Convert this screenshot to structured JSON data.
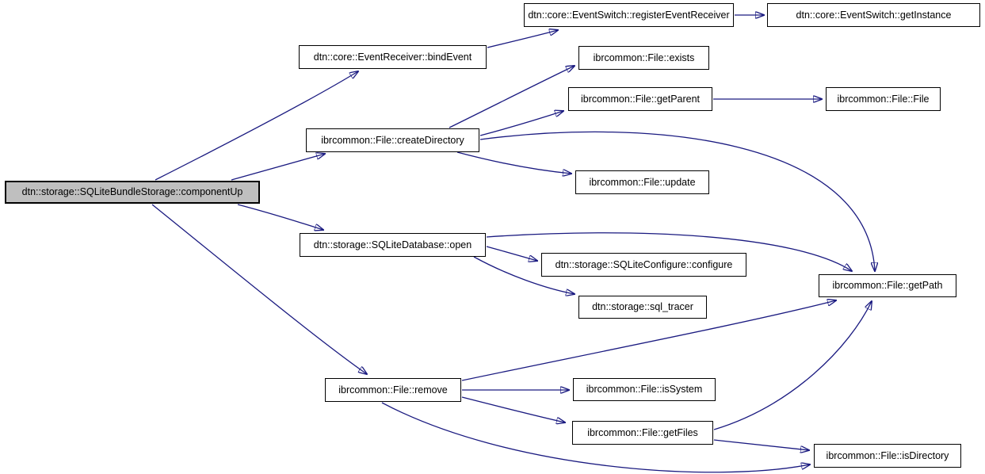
{
  "diagram": {
    "type": "doxygen-call-graph",
    "background_color": "#ffffff",
    "edge_color": "#1a1a80",
    "node_fill_color": "#ffffff",
    "node_border_color": "#000000",
    "highlight_fill_color": "#bfbfbf",
    "nodes": [
      {
        "id": "componentUp",
        "label": "dtn::storage::SQLiteBundleStorage::componentUp",
        "highlighted": true
      },
      {
        "id": "bindEvent",
        "label": "dtn::core::EventReceiver::bindEvent",
        "highlighted": false
      },
      {
        "id": "registerEventReceiver",
        "label": "dtn::core::EventSwitch::registerEventReceiver",
        "highlighted": false
      },
      {
        "id": "getInstance",
        "label": "dtn::core::EventSwitch::getInstance",
        "highlighted": false
      },
      {
        "id": "exists",
        "label": "ibrcommon::File::exists",
        "highlighted": false
      },
      {
        "id": "getParent",
        "label": "ibrcommon::File::getParent",
        "highlighted": false
      },
      {
        "id": "File",
        "label": "ibrcommon::File::File",
        "highlighted": false
      },
      {
        "id": "createDirectory",
        "label": "ibrcommon::File::createDirectory",
        "highlighted": false
      },
      {
        "id": "update",
        "label": "ibrcommon::File::update",
        "highlighted": false
      },
      {
        "id": "open",
        "label": "dtn::storage::SQLiteDatabase::open",
        "highlighted": false
      },
      {
        "id": "configure",
        "label": "dtn::storage::SQLiteConfigure::configure",
        "highlighted": false
      },
      {
        "id": "sql_tracer",
        "label": "dtn::storage::sql_tracer",
        "highlighted": false
      },
      {
        "id": "getPath",
        "label": "ibrcommon::File::getPath",
        "highlighted": false
      },
      {
        "id": "remove",
        "label": "ibrcommon::File::remove",
        "highlighted": false
      },
      {
        "id": "isSystem",
        "label": "ibrcommon::File::isSystem",
        "highlighted": false
      },
      {
        "id": "getFiles",
        "label": "ibrcommon::File::getFiles",
        "highlighted": false
      },
      {
        "id": "isDirectory",
        "label": "ibrcommon::File::isDirectory",
        "highlighted": false
      }
    ],
    "edges": [
      {
        "from": "componentUp",
        "to": "bindEvent"
      },
      {
        "from": "componentUp",
        "to": "createDirectory"
      },
      {
        "from": "componentUp",
        "to": "open"
      },
      {
        "from": "componentUp",
        "to": "remove"
      },
      {
        "from": "bindEvent",
        "to": "registerEventReceiver"
      },
      {
        "from": "registerEventReceiver",
        "to": "getInstance"
      },
      {
        "from": "createDirectory",
        "to": "exists"
      },
      {
        "from": "createDirectory",
        "to": "getParent"
      },
      {
        "from": "createDirectory",
        "to": "update"
      },
      {
        "from": "createDirectory",
        "to": "getPath"
      },
      {
        "from": "getParent",
        "to": "File"
      },
      {
        "from": "open",
        "to": "configure"
      },
      {
        "from": "open",
        "to": "sql_tracer"
      },
      {
        "from": "open",
        "to": "getPath"
      },
      {
        "from": "remove",
        "to": "getPath"
      },
      {
        "from": "remove",
        "to": "isSystem"
      },
      {
        "from": "remove",
        "to": "getFiles"
      },
      {
        "from": "remove",
        "to": "isDirectory"
      },
      {
        "from": "getFiles",
        "to": "getPath"
      },
      {
        "from": "getFiles",
        "to": "isDirectory"
      }
    ]
  }
}
